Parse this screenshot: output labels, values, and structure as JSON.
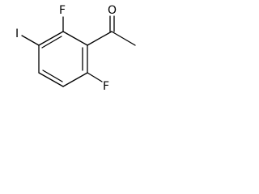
{
  "molecule": {
    "atoms": {
      "fluorine_top": "F",
      "fluorine_bottom": "F",
      "iodine": "I",
      "oxygen": "O"
    }
  },
  "colors": {
    "bond": "#000000",
    "label": "#000000",
    "background": "#ffffff"
  }
}
